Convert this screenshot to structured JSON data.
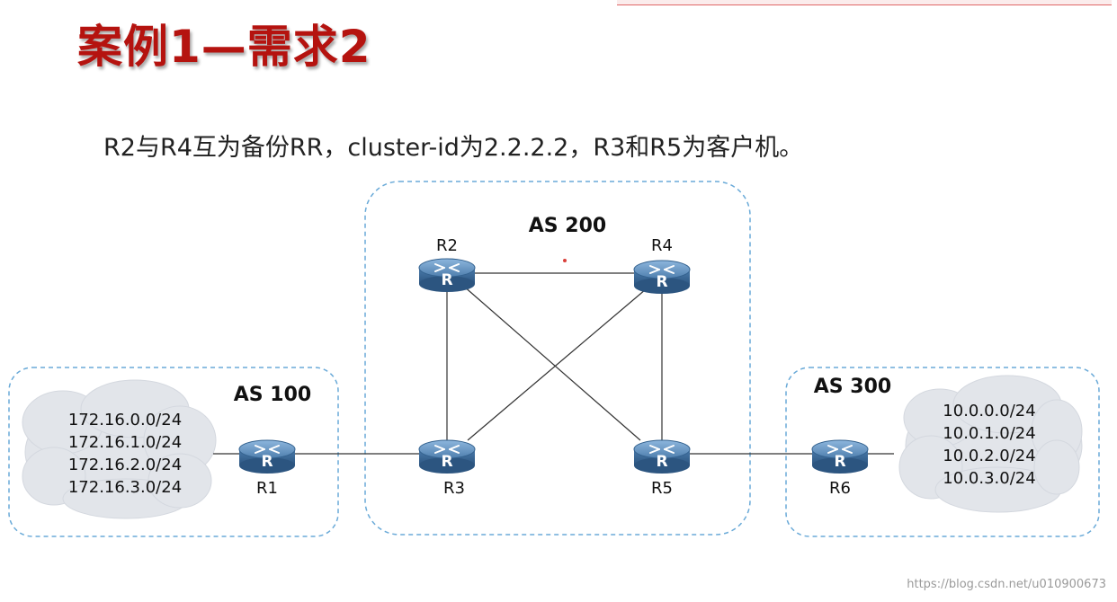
{
  "slide": {
    "title": "案例1—需求2",
    "requirement": "R2与R4互为备份RR，cluster-id为2.2.2.2，R3和R5为客户机。",
    "watermark": "https://blog.csdn.net/u010900673"
  },
  "autonomous_systems": [
    {
      "id": "as100",
      "label": "AS 100"
    },
    {
      "id": "as200",
      "label": "AS 200"
    },
    {
      "id": "as300",
      "label": "AS 300"
    }
  ],
  "routers": [
    {
      "id": "r1",
      "label": "R1",
      "icon_glyph": "R"
    },
    {
      "id": "r2",
      "label": "R2",
      "icon_glyph": "R"
    },
    {
      "id": "r3",
      "label": "R3",
      "icon_glyph": "R"
    },
    {
      "id": "r4",
      "label": "R4",
      "icon_glyph": "R"
    },
    {
      "id": "r5",
      "label": "R5",
      "icon_glyph": "R"
    },
    {
      "id": "r6",
      "label": "R6",
      "icon_glyph": "R"
    }
  ],
  "links": [
    {
      "from": "cloud-left",
      "to": "r1"
    },
    {
      "from": "r1",
      "to": "r3"
    },
    {
      "from": "r2",
      "to": "r4"
    },
    {
      "from": "r2",
      "to": "r3"
    },
    {
      "from": "r2",
      "to": "r5"
    },
    {
      "from": "r4",
      "to": "r3"
    },
    {
      "from": "r4",
      "to": "r5"
    },
    {
      "from": "r5",
      "to": "r6"
    },
    {
      "from": "r6",
      "to": "cloud-right"
    }
  ],
  "networks": {
    "left": [
      "172.16.0.0/24",
      "172.16.1.0/24",
      "172.16.2.0/24",
      "172.16.3.0/24"
    ],
    "right": [
      "10.0.0.0/24",
      "10.0.1.0/24",
      "10.0.2.0/24",
      "10.0.3.0/24"
    ]
  },
  "colors": {
    "title": "#b5130f",
    "router_body": "#3f6d98",
    "router_top": "#6f9ccc",
    "as_border": "#6aaad8",
    "cloud": "#e2e5ea",
    "link": "#333333"
  }
}
